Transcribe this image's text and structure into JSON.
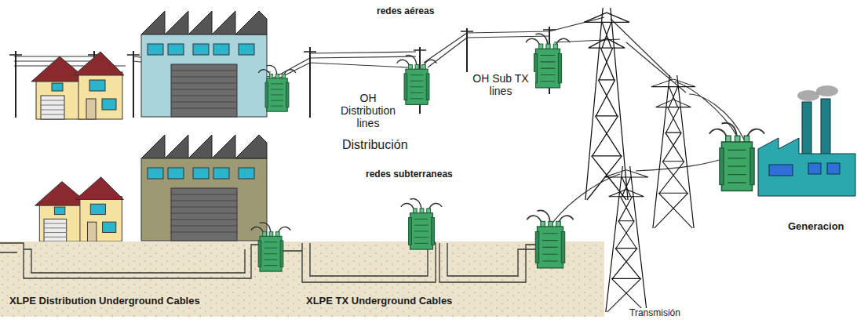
{
  "diagram": {
    "labels": [
      "redes aéreas",
      "OH Distribution lines",
      "OH Sub TX lines",
      "Distribución",
      "redes subterraneas",
      "XLPE Distribution Underground Cables",
      "XLPE TX Underground Cables",
      "Transmisión",
      "Generacion"
    ]
  }
}
